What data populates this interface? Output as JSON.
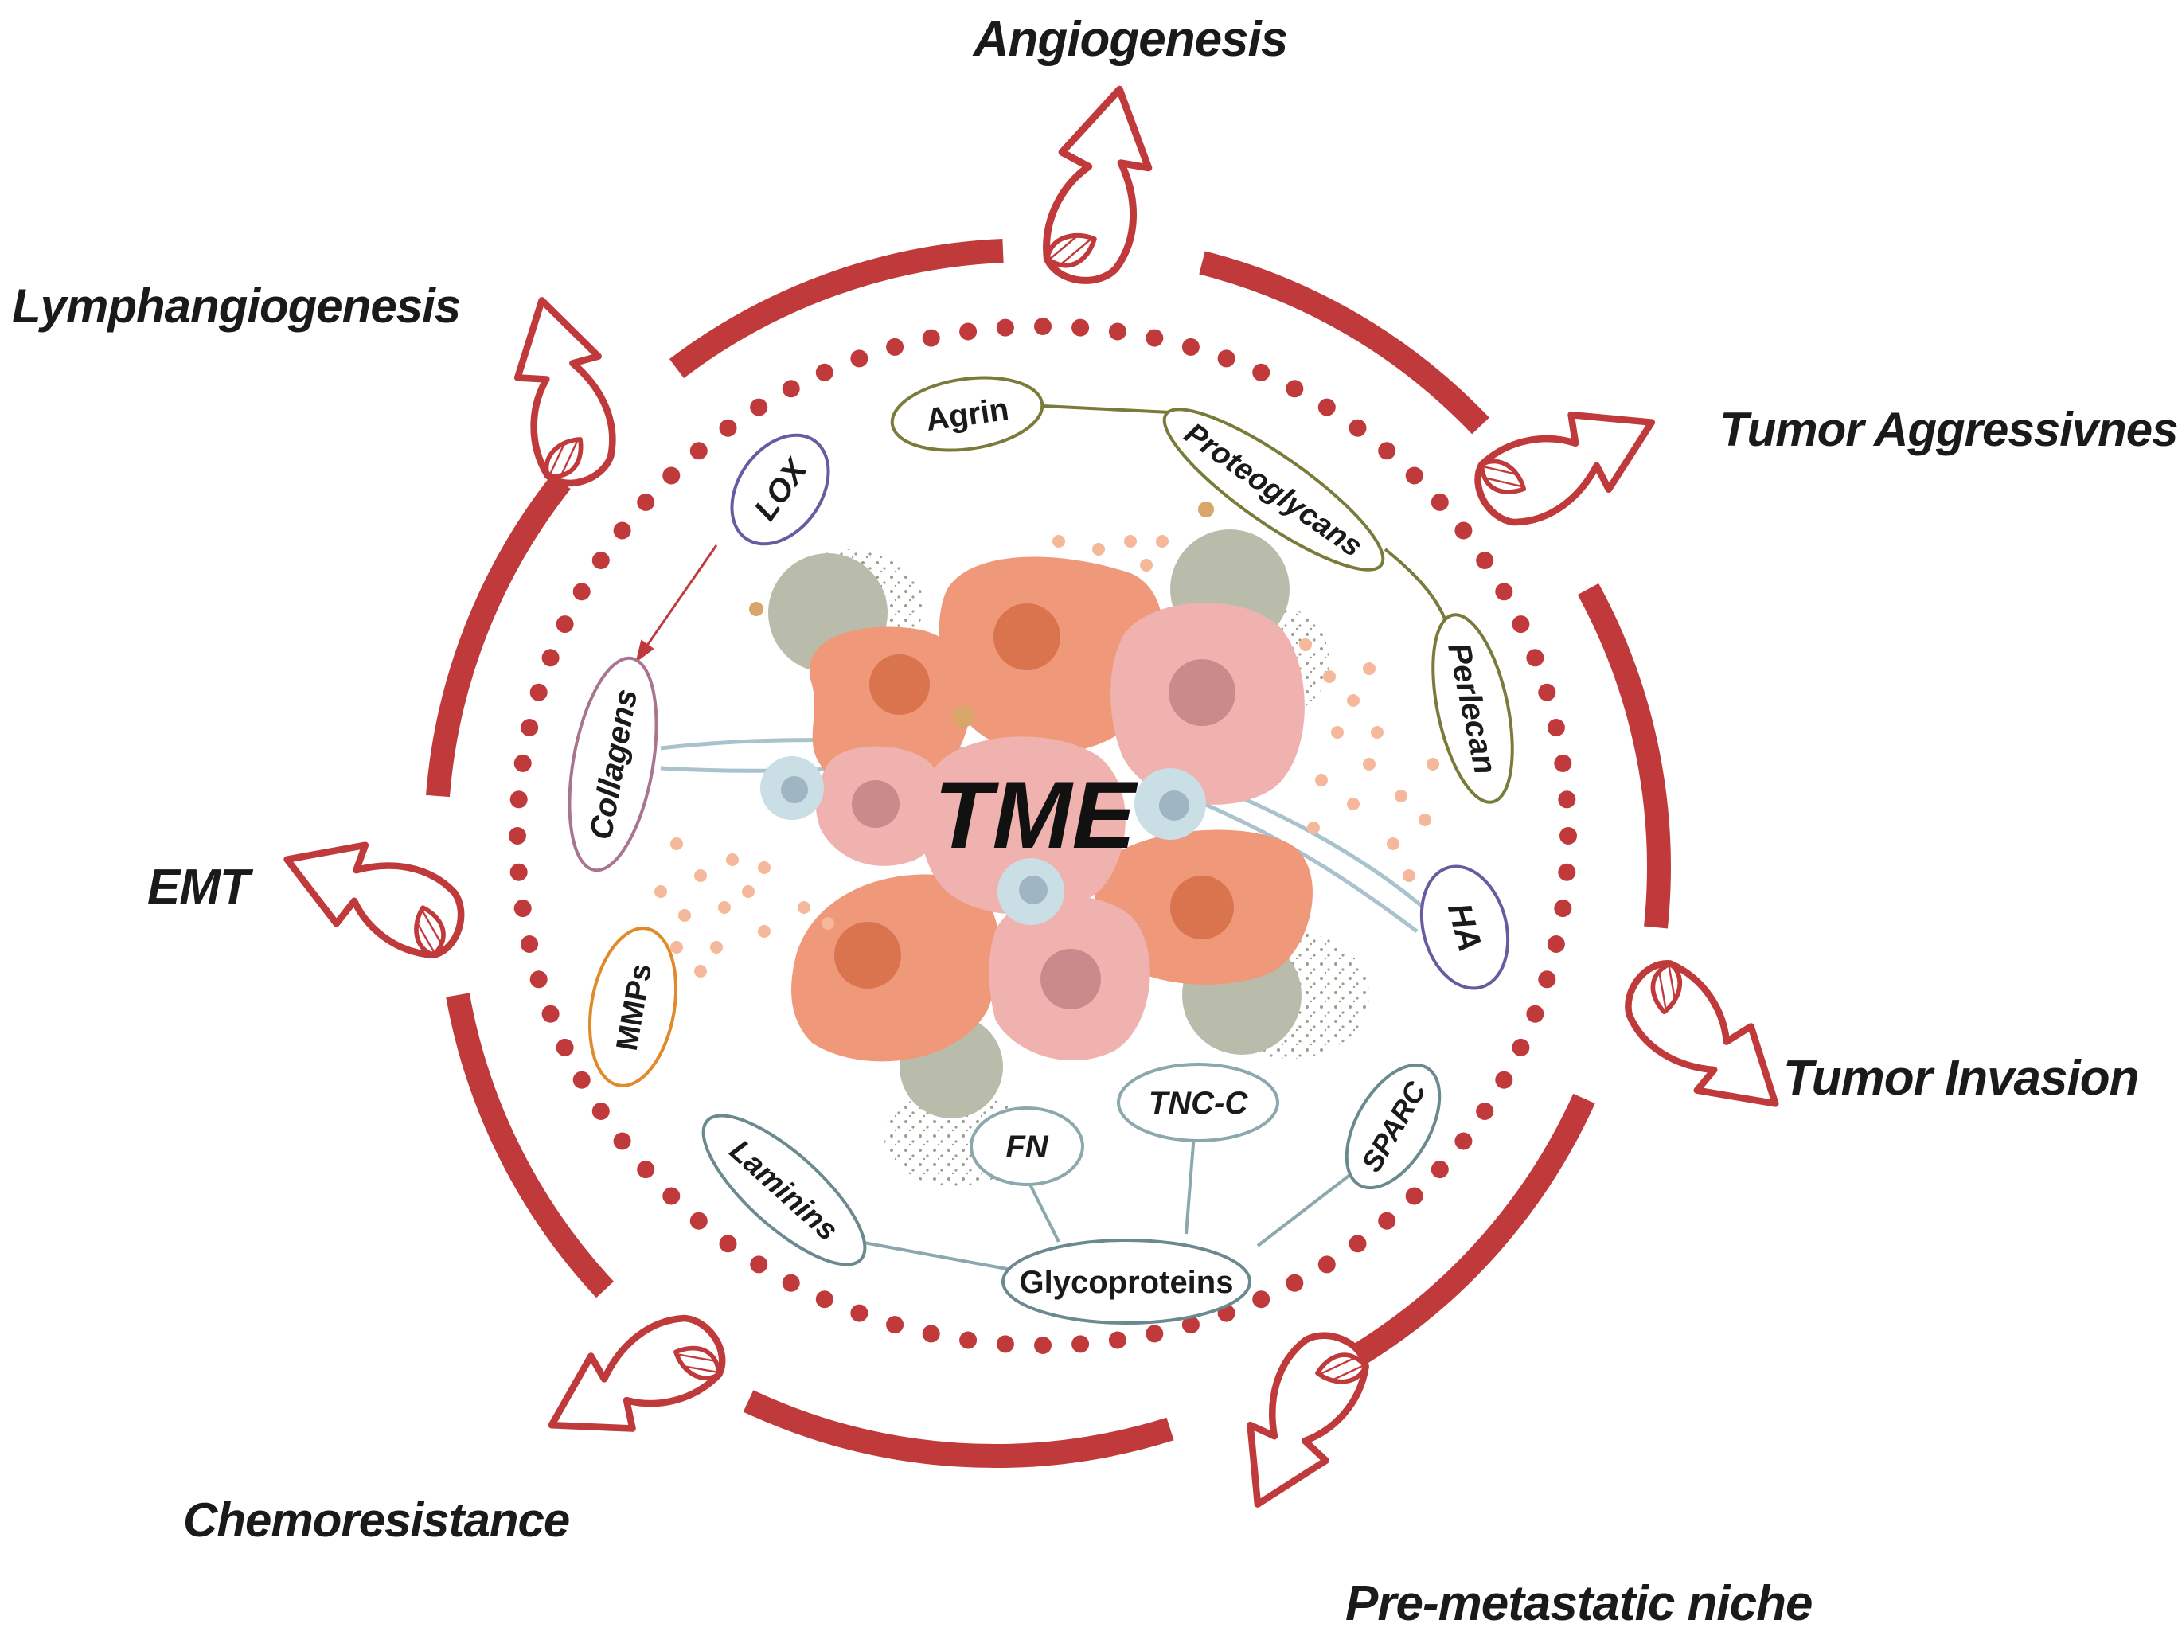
{
  "center": {
    "label": "TME"
  },
  "outcomes": {
    "angiogenesis": "Angiogenesis",
    "tumor_aggressiveness": "Tumor Aggressivness",
    "tumor_invasion": "Tumor Invasion",
    "pre_metastatic_niche": "Pre-metastatic niche",
    "chemoresistance": "Chemoresistance",
    "emt": "EMT",
    "lymphangiogenesis": "Lymphangiogenesis"
  },
  "molecules": {
    "agrin": "Agrin",
    "proteoglycans": "Proteoglycans",
    "perlecan": "Perlecan",
    "ha": "HA",
    "lox": "LOX",
    "collagens": "Collagens",
    "mmps": "MMPs",
    "laminins": "Laminins",
    "fn": "FN",
    "tnc_c": "TNC-C",
    "sparc": "SPARC",
    "glycoproteins": "Glycoproteins"
  },
  "colors": {
    "ring": "#c0393b",
    "proteoglycan_link": "#7a7a3a",
    "glycoprotein_link": "#8aa8ad",
    "lox": "#6a5aa0",
    "collagens": "#a8748e",
    "mmps": "#e08a2c",
    "ha": "#6a5aa0",
    "tumor_cell": "#f0987a",
    "tumor_nucleus": "#d9744e",
    "pink_cell": "#efb2ae",
    "pink_nucleus": "#c98a8c",
    "immune_cell": "#c9dee5",
    "immune_nucleus": "#9fb6c2",
    "stromal": "#b9bcaa"
  }
}
